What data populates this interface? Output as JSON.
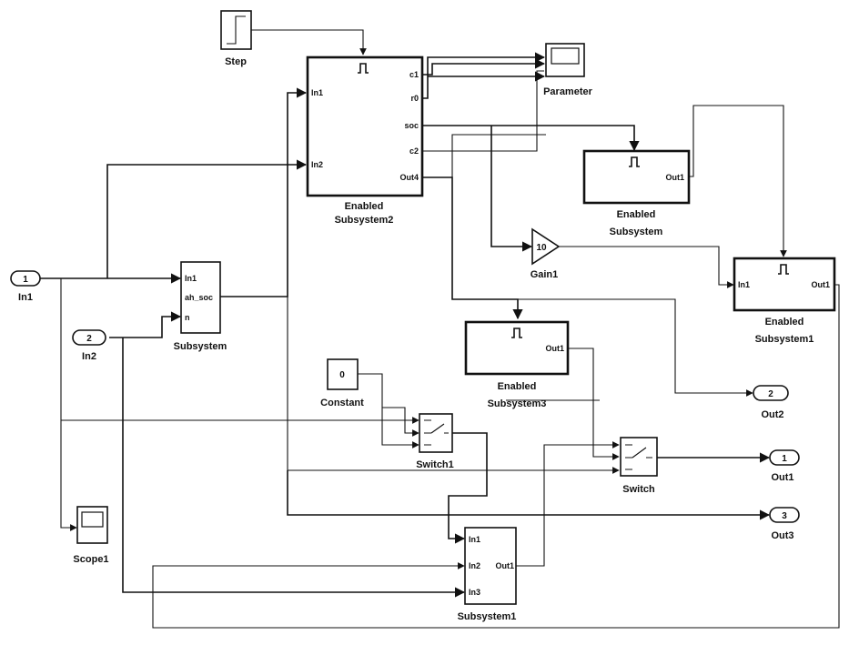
{
  "blocks": {
    "step": {
      "label": "Step"
    },
    "parameter": {
      "label": "Parameter"
    },
    "enabled_subsystem2": {
      "label_line1": "Enabled",
      "label_line2": "Subsystem2",
      "in_ports": [
        "In1",
        "In2"
      ],
      "out_ports": [
        "c1",
        "r0",
        "soc",
        "c2",
        "Out4"
      ]
    },
    "enabled_subsystem": {
      "label_line1": "Enabled",
      "label_line2": "Subsystem",
      "out_ports": [
        "Out1"
      ]
    },
    "gain1": {
      "label": "Gain1",
      "value": "10"
    },
    "enabled_subsystem1": {
      "label_line1": "Enabled",
      "label_line2": "Subsystem1",
      "in_ports": [
        "In1"
      ],
      "out_ports": [
        "Out1"
      ]
    },
    "in1": {
      "number": "1",
      "label": "In1"
    },
    "in2": {
      "number": "2",
      "label": "In2"
    },
    "subsystem": {
      "label": "Subsystem",
      "in_ports": [
        "In1",
        "ah_soc",
        "n"
      ]
    },
    "enabled_subsystem3": {
      "label_line1": "Enabled",
      "label_line2": "Subsystem3",
      "out_ports": [
        "Out1"
      ]
    },
    "constant": {
      "label": "Constant",
      "value": "0"
    },
    "switch1": {
      "label": "Switch1"
    },
    "switch": {
      "label": "Switch"
    },
    "out1": {
      "number": "1",
      "label": "Out1"
    },
    "out2": {
      "number": "2",
      "label": "Out2"
    },
    "out3": {
      "number": "3",
      "label": "Out3"
    },
    "scope1": {
      "label": "Scope1"
    },
    "subsystem1": {
      "label": "Subsystem1",
      "in_ports": [
        "In1",
        "In2",
        "In3"
      ],
      "out_ports": [
        "Out1"
      ]
    }
  },
  "colors": {
    "ink": "#111111",
    "background": "#ffffff"
  }
}
